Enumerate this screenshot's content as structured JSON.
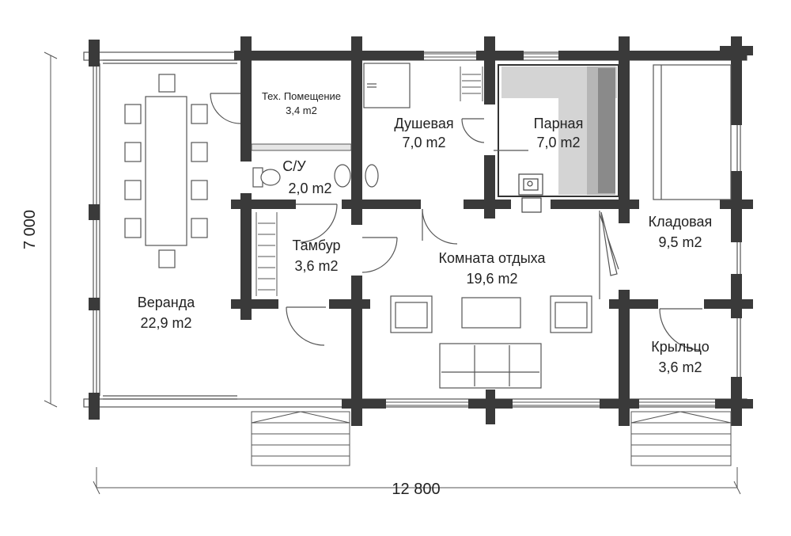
{
  "rooms": {
    "tech": {
      "name": "Тех. Помещение",
      "area": "3,4 m2"
    },
    "shower": {
      "name": "Душевая",
      "area": "7,0 m2"
    },
    "steam": {
      "name": "Парная",
      "area": "7,0 m2"
    },
    "wc": {
      "name": "С/У",
      "area": "2,0 m2"
    },
    "vestibule": {
      "name": "Тамбур",
      "area": "3,6 m2"
    },
    "lounge": {
      "name": "Комната отдыха",
      "area": "19,6 m2"
    },
    "storage": {
      "name": "Кладовая",
      "area": "9,5 m2"
    },
    "veranda": {
      "name": "Веранда",
      "area": "22,9 m2"
    },
    "porch": {
      "name": "Крыльцо",
      "area": "3,6 m2"
    }
  },
  "dimensions": {
    "height": "7 000",
    "width": "12 800"
  },
  "colors": {
    "wall": "#3a3a3a",
    "line": "#555555",
    "steam_light": "#d4d4d4",
    "steam_mid": "#b6b6b6",
    "steam_dark": "#8a8a8a"
  }
}
